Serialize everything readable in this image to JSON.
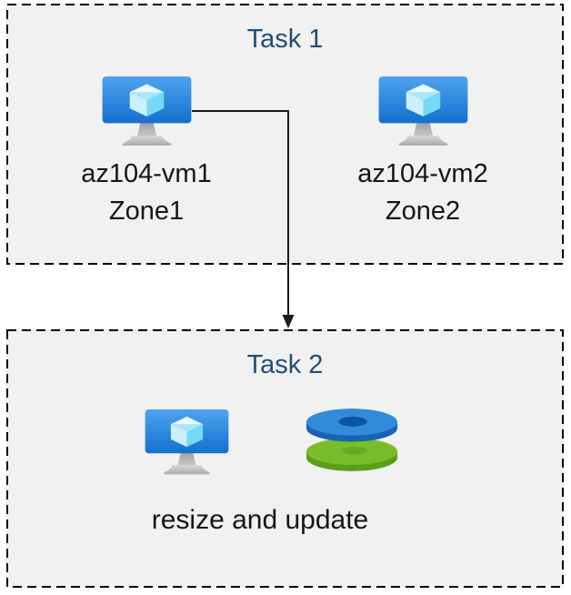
{
  "colors": {
    "page_bg": "#ffffff",
    "box_bg": "#f1f1f1",
    "box_border": "#000000",
    "title_text": "#1f4e79",
    "body_text": "#161616",
    "arrow": "#1a1a1a",
    "vm_screen_top": "#4fa4ee",
    "vm_screen_bottom": "#146fd0",
    "vm_cube_top": "#e9f9ff",
    "vm_cube_inner": "#a9e6fa",
    "vm_cube_left": "#cbeffc",
    "vm_cube_right": "#76d9f7",
    "vm_stand_gray": "#a9a9a9",
    "disk_blue_face": "#338ad8",
    "disk_blue_rim": "#1565b4",
    "disk_blue_hole": "#0e55a0",
    "disk_green_face": "#79bd2b",
    "disk_green_rim": "#5d9e1d",
    "disk_green_hole": "#68aa24"
  },
  "task1": {
    "title": "Task 1",
    "nodes": [
      {
        "name": "az104-vm1",
        "zone": "Zone1",
        "icon": "virtual-machine-icon"
      },
      {
        "name": "az104-vm2",
        "zone": "Zone2",
        "icon": "virtual-machine-icon"
      }
    ]
  },
  "task2": {
    "title": "Task 2",
    "icons": [
      "virtual-machine-icon",
      "disks-icon"
    ],
    "caption": "resize and update"
  },
  "connector": {
    "from": "az104-vm1",
    "to": "Task 2",
    "type": "elbow-arrow"
  }
}
